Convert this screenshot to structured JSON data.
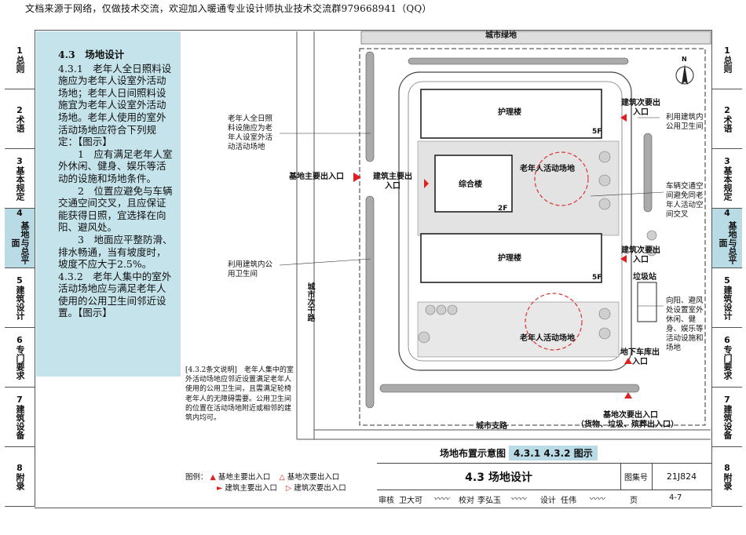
{
  "header_notice": "文档来源于网络，仅做技术交流，欢迎加入暖通专业设计师执业技术交流群979668941（QQ）",
  "left_tabs": [
    {
      "num": "1",
      "label": "总则"
    },
    {
      "num": "2",
      "label": "术语"
    },
    {
      "num": "3",
      "label": "基本规定"
    },
    {
      "num": "4",
      "label": "基地与总平面"
    },
    {
      "num": "5",
      "label": "建筑设计"
    },
    {
      "num": "6",
      "label": "专门要求"
    },
    {
      "num": "7",
      "label": "建筑设备"
    },
    {
      "num": "8",
      "label": "附录"
    }
  ],
  "active_tab_index": 3,
  "text": {
    "heading": "4.3　场地设计",
    "p1": "4.3.1　老年人全日照料设施应为老年人设室外活动场地；老年人日间照料设施宜为老年人设室外活动场地。老年人使用的室外活动场地应符合下列规定：【图示】",
    "p2": "1　应有满足老年人室外休闲、健身、娱乐等活动的设施和场地条件。",
    "p3": "2　位置应避免与车辆交通空间交叉，且应保证能获得日照，宜选择在向阳、避风处。",
    "p4": "3　地面应平整防滑、排水畅通，当有坡度时，坡度不应大于2.5%。",
    "p5": "4.3.2　老年人集中的室外活动场地应与满足老年人使用的公用卫生间邻近设置。【图示】"
  },
  "note": "[4.3.2条文说明]　老年人集中的室外活动场地应邻近设置满足老年人使用的公用卫生间，且需满足轮椅老年人的无障碍需要。公用卫生间的位置在活动场地附近或相邻的建筑内均可。",
  "legend": {
    "title": "图例：",
    "items": [
      "基地主要出入口",
      "建筑主要出入口",
      "基地次要出入口",
      "建筑次要出入口"
    ]
  },
  "plan": {
    "street_top": "城市绿地",
    "street_left": "城市次干路",
    "street_bottom": "城市支路",
    "north": "N",
    "buildings": {
      "b1": "护理楼",
      "b1_floors": "5F",
      "b2": "综合楼",
      "b2_floors": "2F",
      "b3": "护理楼",
      "b3_floors": "5F",
      "garbage": "垃圾站"
    },
    "activity1": "老年人活动场地",
    "activity2": "老年人活动场地",
    "entries": {
      "site_main": "基地主要出入口",
      "bldg_main": "建筑主要出入口",
      "bldg_sec1": "建筑次要出入口",
      "bldg_sec2": "建筑次要出入口",
      "garage": "地下车库出入口",
      "site_sec": "基地次要出入口",
      "site_sec_note": "（货物、垃圾、殡葬出入口）"
    },
    "callouts": {
      "left_top": "老年人全日照料设施应为老年人设室外活动活动场地",
      "left_mid": "利用建筑内公用卫生间",
      "right_top": "利用建筑内公用卫生间",
      "right_mid": "车辆交通空间避免同老年人活动空间交叉",
      "right_bot": "向阳、避风处设置室外休闲、健身、娱乐等活动设施和场地"
    }
  },
  "caption": {
    "title": "场地布置示意图",
    "ref": "4.3.1  4.3.2  图示"
  },
  "titleblock": {
    "section": "4.3 场地设计",
    "atlas_label": "图集号",
    "atlas_no": "21J824",
    "review": "审核",
    "reviewer": "卫大可",
    "check": "校对",
    "checker": "李弘玉",
    "design": "设计",
    "designer": "任伟",
    "page_label": "页",
    "page": "4-7"
  }
}
